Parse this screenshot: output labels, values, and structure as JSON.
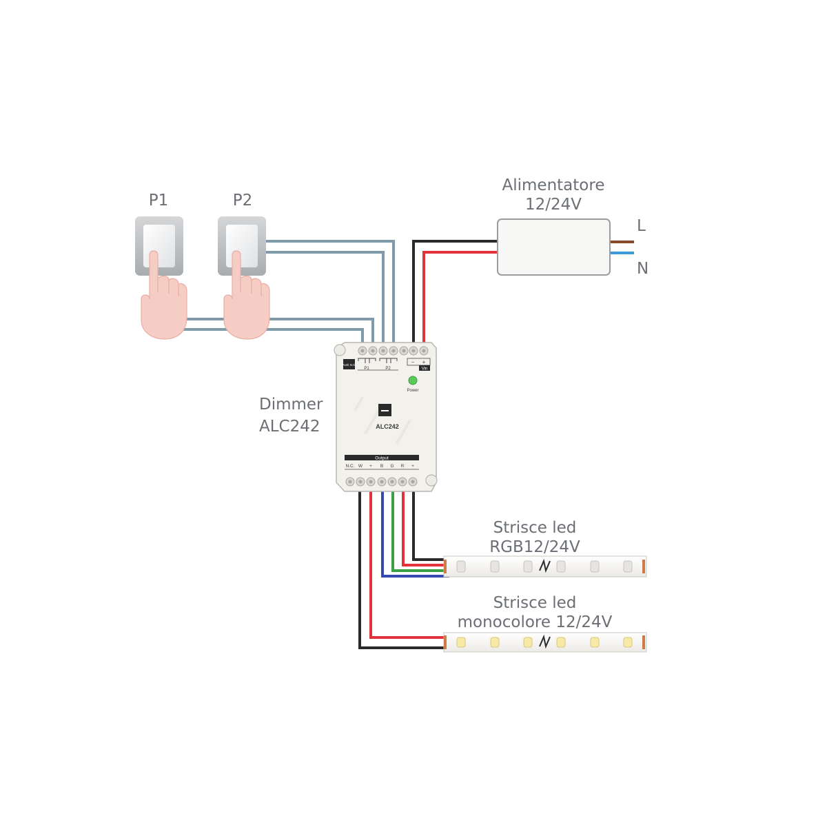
{
  "labels": {
    "p1": "P1",
    "p2": "P2",
    "psu_line1": "Alimentatore",
    "psu_line2": "12/24V",
    "live": "L",
    "neutral": "N",
    "dimmer_line1": "Dimmer",
    "dimmer_line2": "ALC242",
    "rgb_line1": "Strisce led",
    "rgb_line2": "RGB12/24V",
    "mono_line1": "Strisce led",
    "mono_line2": "monocolore 12/24V"
  },
  "dimmer": {
    "model": "ALC242",
    "push_label": "Push N.O.",
    "p1_term": "P1",
    "p2_term": "P2",
    "vin_minus": "−",
    "vin_plus": "+",
    "vin_label": "Vin",
    "power_label": "Power",
    "output_label": "Output",
    "output_terms": [
      "N.C.",
      "W",
      "+",
      "B",
      "G",
      "R",
      "+"
    ]
  },
  "colors": {
    "signal_wire": "#7f9aa8",
    "black_wire": "#2a2a2a",
    "red_wire": "#e2323a",
    "green_wire": "#3aa045",
    "blue_wire": "#3448b0",
    "live_wire": "#8a4a2a",
    "neutral_wire": "#3a9ad9",
    "power_led": "#5ac85a"
  }
}
